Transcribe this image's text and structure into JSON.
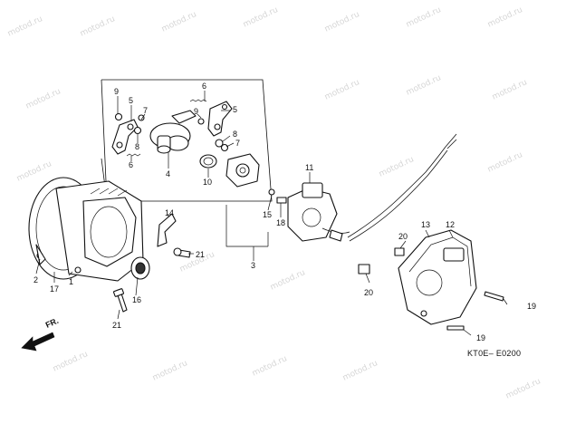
{
  "watermark": {
    "text": "motod.ru"
  },
  "diagram_code": "KT0E– E0200",
  "direction": {
    "label": "FR."
  },
  "callouts": {
    "c1": "1",
    "c2": "2",
    "c3": "3",
    "c4": "4",
    "c5a": "5",
    "c5b": "5",
    "c6a": "6",
    "c6b": "6",
    "c7a": "7",
    "c7b": "7",
    "c8a": "8",
    "c8b": "8",
    "c9a": "9",
    "c9b": "9",
    "c10": "10",
    "c11": "11",
    "c12": "12",
    "c13": "13",
    "c14": "14",
    "c15": "15",
    "c16": "16",
    "c17": "17",
    "c18": "18",
    "c19a": "19",
    "c19b": "19",
    "c20a": "20",
    "c20b": "20",
    "c21a": "21",
    "c21b": "21"
  }
}
